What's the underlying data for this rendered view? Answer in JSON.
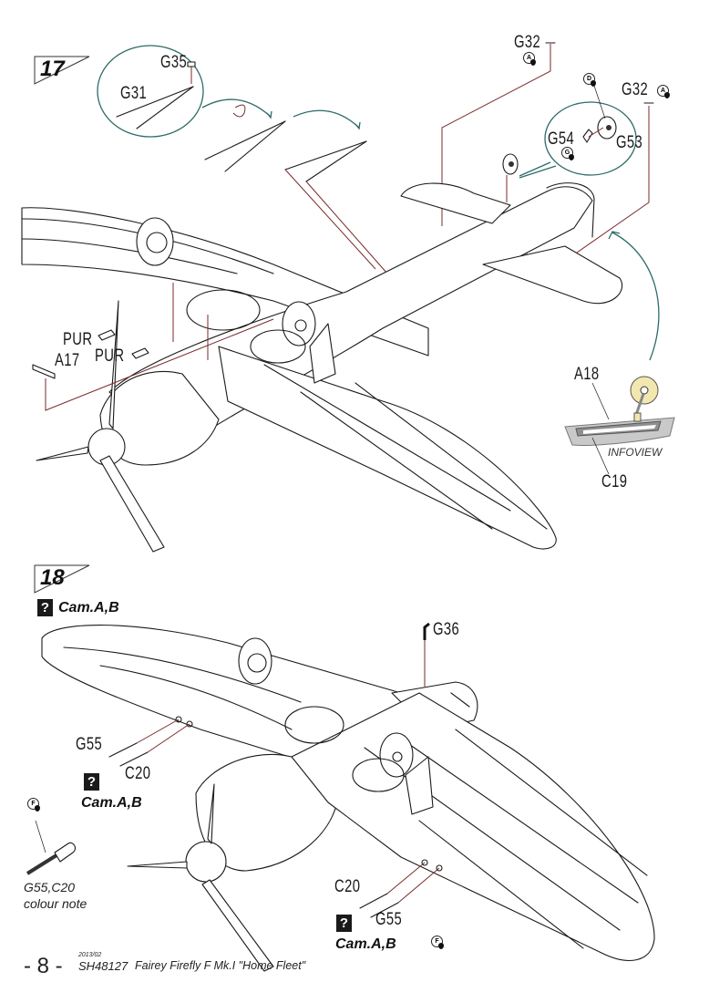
{
  "step17": {
    "number": "17",
    "labels": {
      "g35": "G35",
      "g31": "G31",
      "g32_left": "G32",
      "g32_right": "G32",
      "g54": "G54",
      "g53": "G53",
      "pur_1": "PUR",
      "pur_2": "PUR",
      "a17": "A17",
      "a18": "A18",
      "c19": "C19"
    },
    "paint_markers": [
      "A",
      "A",
      "D",
      "G"
    ],
    "infoview": "INFOVIEW"
  },
  "step18": {
    "number": "18",
    "camo_note": "Cam.A,B",
    "question_mark": "?",
    "labels": {
      "g36": "G36",
      "g55_left": "G55",
      "c20_left": "C20",
      "c20_right": "C20",
      "g55_right": "G55"
    },
    "camo_left": "Cam.A,B",
    "camo_right": "Cam.A,B",
    "paint_markers": [
      "F",
      "F"
    ],
    "colour_note_line1": "G55,C20",
    "colour_note_line2": "colour note"
  },
  "footer": {
    "page": "- 8 -",
    "date": "2013/02",
    "kit_code": "SH48127",
    "kit_title": "Fairey Firefly F Mk.I \"Home Fleet\""
  },
  "colors": {
    "line": "#1a1a1a",
    "leader_red": "#7a2a2a",
    "arrow_teal": "#2e6b68",
    "wheel_cream": "#f3e7b0",
    "infoview_grey": "#b8b8b8"
  }
}
